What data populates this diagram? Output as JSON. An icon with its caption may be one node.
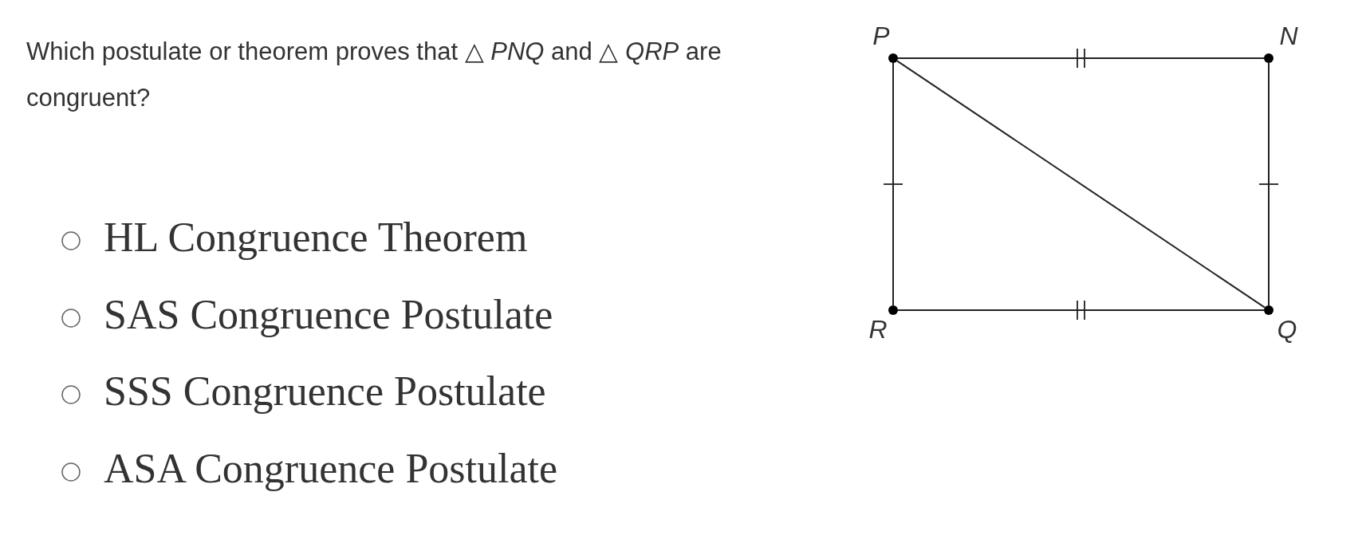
{
  "diagram": {
    "nodes": [
      {
        "text": [
          "P"
        ]
      },
      {
        "text": [
          "N"
        ]
      },
      {
        "text": [
          "R"
        ]
      },
      {
        "text": [
          "Q"
        ]
      }
    ],
    "edges": [
      {
        "from": 0,
        "to": 1,
        "arrow": "none"
      },
      {
        "from": 1,
        "to": 3,
        "arrow": "none"
      },
      {
        "from": 2,
        "to": 3,
        "arrow": "none"
      },
      {
        "from": 0,
        "to": 2,
        "arrow": "none"
      },
      {
        "from": 0,
        "to": 3,
        "arrow": "none"
      }
    ],
    "labels": [
      "Which postulate or theorem proves that △ *PNQ* and △ *QRP* are congruent?",
      "HL Congruence Theorem",
      "SAS Congruence Postulate",
      "SSS Congruence Postulate",
      "ASA Congruence Postulate"
    ]
  }
}
